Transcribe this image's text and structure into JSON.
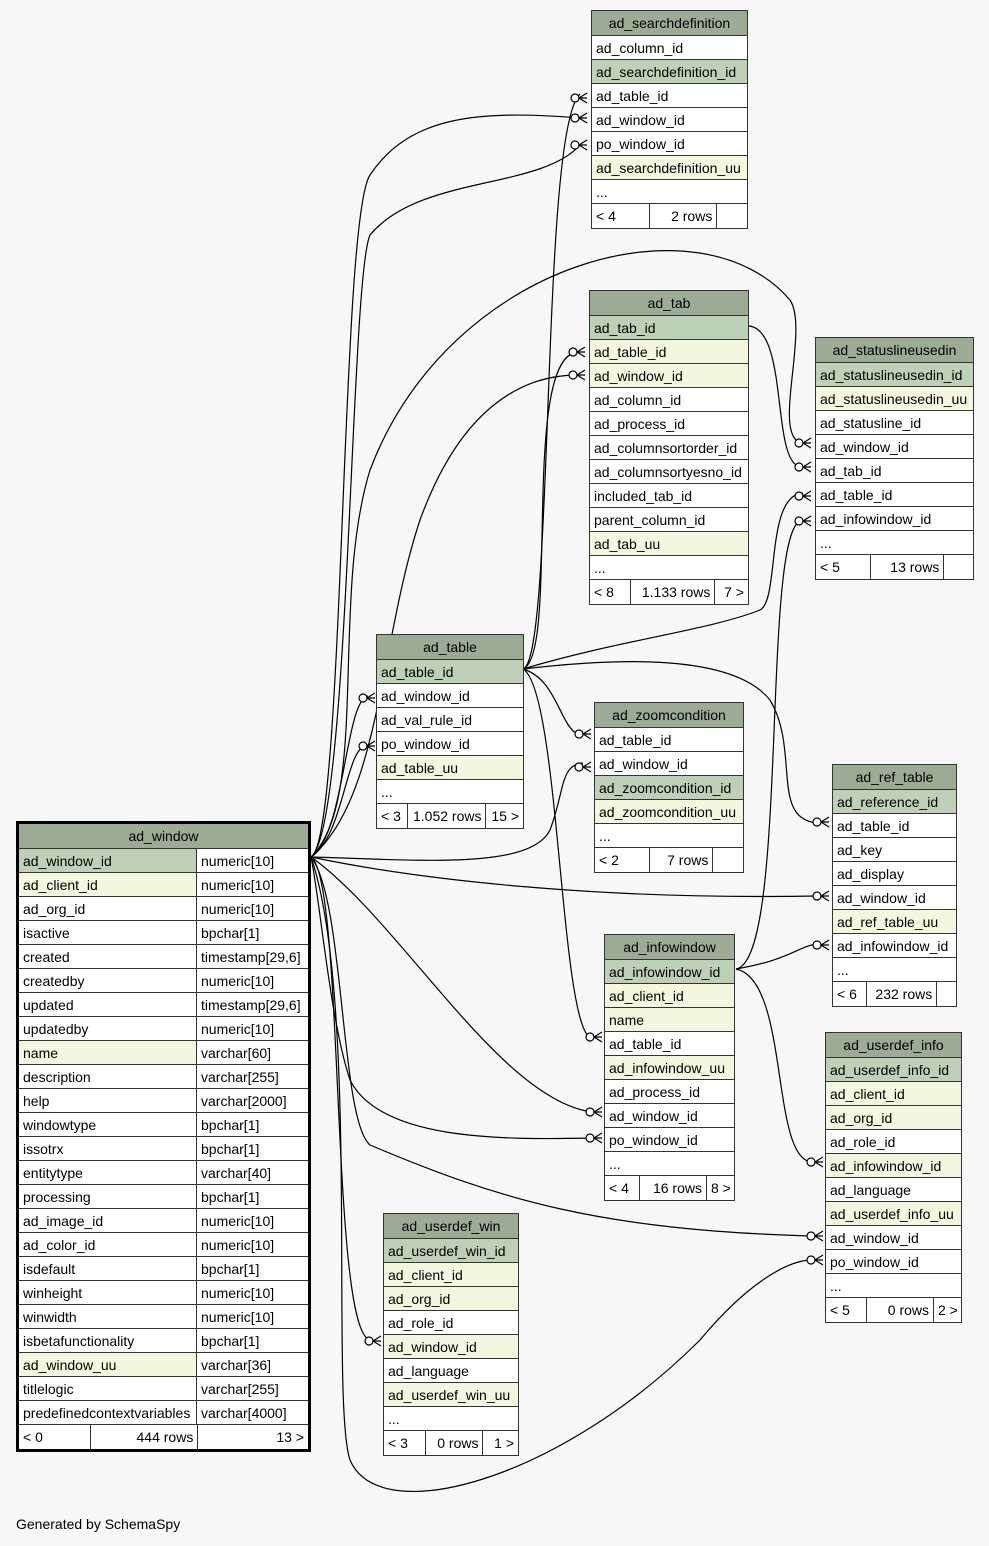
{
  "footer_text": "Generated by SchemaSpy",
  "tables": {
    "ad_searchdefinition": {
      "name": "ad_searchdefinition",
      "rows": [
        "ad_column_id",
        "ad_searchdefinition_id",
        "ad_table_id",
        "ad_window_id",
        "po_window_id",
        "ad_searchdefinition_uu",
        "..."
      ],
      "footer": [
        "< 4",
        "2 rows",
        ""
      ]
    },
    "ad_tab": {
      "name": "ad_tab",
      "rows": [
        "ad_tab_id",
        "ad_table_id",
        "ad_window_id",
        "ad_column_id",
        "ad_process_id",
        "ad_columnsortorder_id",
        "ad_columnsortyesno_id",
        "included_tab_id",
        "parent_column_id",
        "ad_tab_uu",
        "..."
      ],
      "footer": [
        "< 8",
        "1.133 rows",
        "7 >"
      ]
    },
    "ad_statuslineusedin": {
      "name": "ad_statuslineusedin",
      "rows": [
        "ad_statuslineusedin_id",
        "ad_statuslineusedin_uu",
        "ad_statusline_id",
        "ad_window_id",
        "ad_tab_id",
        "ad_table_id",
        "ad_infowindow_id",
        "..."
      ],
      "footer": [
        "< 5",
        "13 rows",
        ""
      ]
    },
    "ad_table": {
      "name": "ad_table",
      "rows": [
        "ad_table_id",
        "ad_window_id",
        "ad_val_rule_id",
        "po_window_id",
        "ad_table_uu",
        "..."
      ],
      "footer": [
        "< 3",
        "1.052 rows",
        "15 >"
      ]
    },
    "ad_zoomcondition": {
      "name": "ad_zoomcondition",
      "rows": [
        "ad_table_id",
        "ad_window_id",
        "ad_zoomcondition_id",
        "ad_zoomcondition_uu",
        "..."
      ],
      "footer": [
        "< 2",
        "7 rows",
        ""
      ]
    },
    "ad_ref_table": {
      "name": "ad_ref_table",
      "rows": [
        "ad_reference_id",
        "ad_table_id",
        "ad_key",
        "ad_display",
        "ad_window_id",
        "ad_ref_table_uu",
        "ad_infowindow_id",
        "..."
      ],
      "footer": [
        "< 6",
        "232 rows",
        ""
      ]
    },
    "ad_window": {
      "name": "ad_window",
      "rows": [
        [
          "ad_window_id",
          "numeric[10]"
        ],
        [
          "ad_client_id",
          "numeric[10]"
        ],
        [
          "ad_org_id",
          "numeric[10]"
        ],
        [
          "isactive",
          "bpchar[1]"
        ],
        [
          "created",
          "timestamp[29,6]"
        ],
        [
          "createdby",
          "numeric[10]"
        ],
        [
          "updated",
          "timestamp[29,6]"
        ],
        [
          "updatedby",
          "numeric[10]"
        ],
        [
          "name",
          "varchar[60]"
        ],
        [
          "description",
          "varchar[255]"
        ],
        [
          "help",
          "varchar[2000]"
        ],
        [
          "windowtype",
          "bpchar[1]"
        ],
        [
          "issotrx",
          "bpchar[1]"
        ],
        [
          "entitytype",
          "varchar[40]"
        ],
        [
          "processing",
          "bpchar[1]"
        ],
        [
          "ad_image_id",
          "numeric[10]"
        ],
        [
          "ad_color_id",
          "numeric[10]"
        ],
        [
          "isdefault",
          "bpchar[1]"
        ],
        [
          "winheight",
          "numeric[10]"
        ],
        [
          "winwidth",
          "numeric[10]"
        ],
        [
          "isbetafunctionality",
          "bpchar[1]"
        ],
        [
          "ad_window_uu",
          "varchar[36]"
        ],
        [
          "titlelogic",
          "varchar[255]"
        ],
        [
          "predefinedcontextvariables",
          "varchar[4000]"
        ]
      ],
      "footer": [
        "< 0",
        "444 rows",
        "13 >"
      ]
    },
    "ad_infowindow": {
      "name": "ad_infowindow",
      "rows": [
        "ad_infowindow_id",
        "ad_client_id",
        "name",
        "ad_table_id",
        "ad_infowindow_uu",
        "ad_process_id",
        "ad_window_id",
        "po_window_id",
        "..."
      ],
      "footer": [
        "< 4",
        "16 rows",
        "8 >"
      ]
    },
    "ad_userdef_info": {
      "name": "ad_userdef_info",
      "rows": [
        "ad_userdef_info_id",
        "ad_client_id",
        "ad_org_id",
        "ad_role_id",
        "ad_infowindow_id",
        "ad_language",
        "ad_userdef_info_uu",
        "ad_window_id",
        "po_window_id",
        "..."
      ],
      "footer": [
        "< 5",
        "0 rows",
        "2 >"
      ]
    },
    "ad_userdef_win": {
      "name": "ad_userdef_win",
      "rows": [
        "ad_userdef_win_id",
        "ad_client_id",
        "ad_org_id",
        "ad_role_id",
        "ad_window_id",
        "ad_language",
        "ad_userdef_win_uu",
        "..."
      ],
      "footer": [
        "< 3",
        "0 rows",
        "1 >"
      ]
    }
  }
}
